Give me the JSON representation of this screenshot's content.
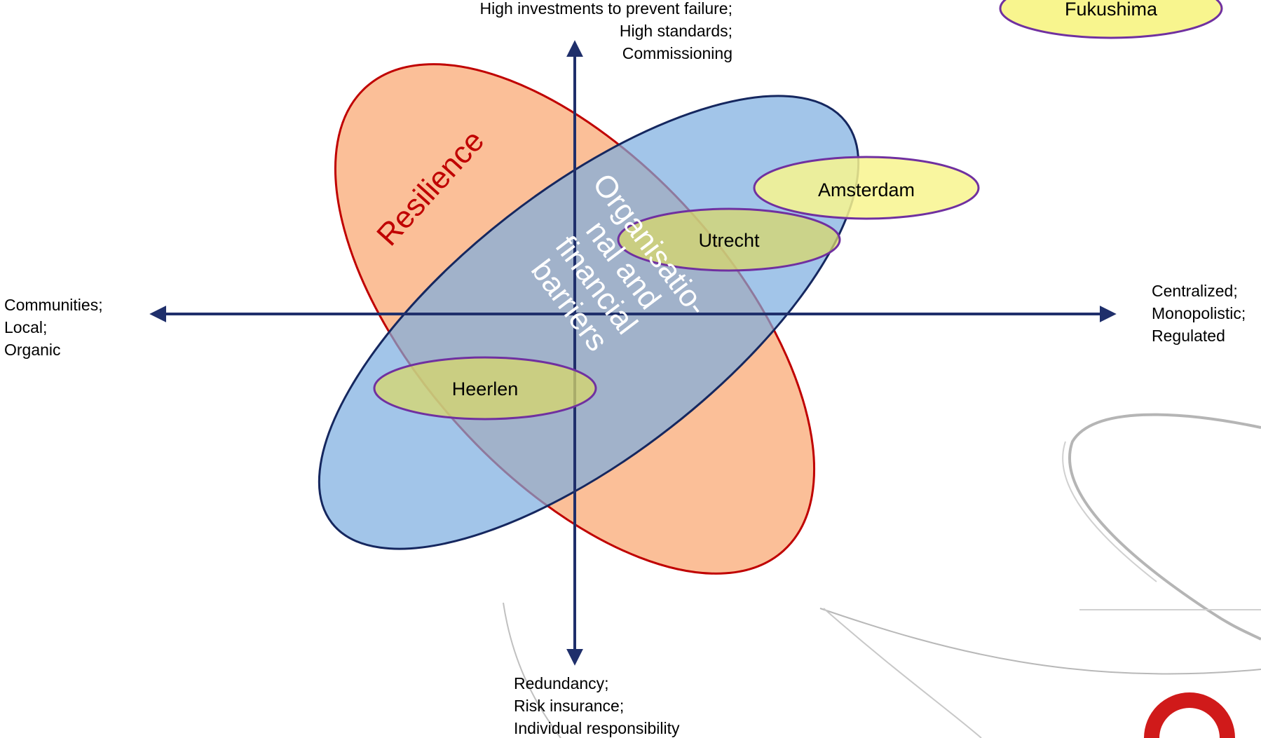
{
  "axes": {
    "top": [
      "High investments to prevent failure;",
      "High standards;",
      "Commissioning"
    ],
    "bottom": [
      "Redundancy;",
      "Risk insurance;",
      "Individual responsibility"
    ],
    "left": [
      "Communities;",
      "Local;",
      "Organic"
    ],
    "right": [
      "Centralized;",
      "Monopolistic;",
      "Regulated"
    ]
  },
  "regions": {
    "resilience": "Resilience",
    "barriers": [
      "Organisatio-",
      "nal and",
      "financial",
      "barriers"
    ]
  },
  "cities": {
    "fukushima": "Fukushima",
    "amsterdam": "Amsterdam",
    "utrecht": "Utrecht",
    "heerlen": "Heerlen"
  },
  "colors": {
    "axis": "#1f2f6b",
    "resilience_fill": "#fbbf98",
    "resilience_stroke": "#c00000",
    "barrier_fill": "#9cc4e4",
    "barrier_stroke": "#15275f",
    "city_fill": "#f8f58e",
    "city_stroke": "#7030a0",
    "decor_gray": "#b5b5b5",
    "logo_red": "#d01a1a"
  }
}
